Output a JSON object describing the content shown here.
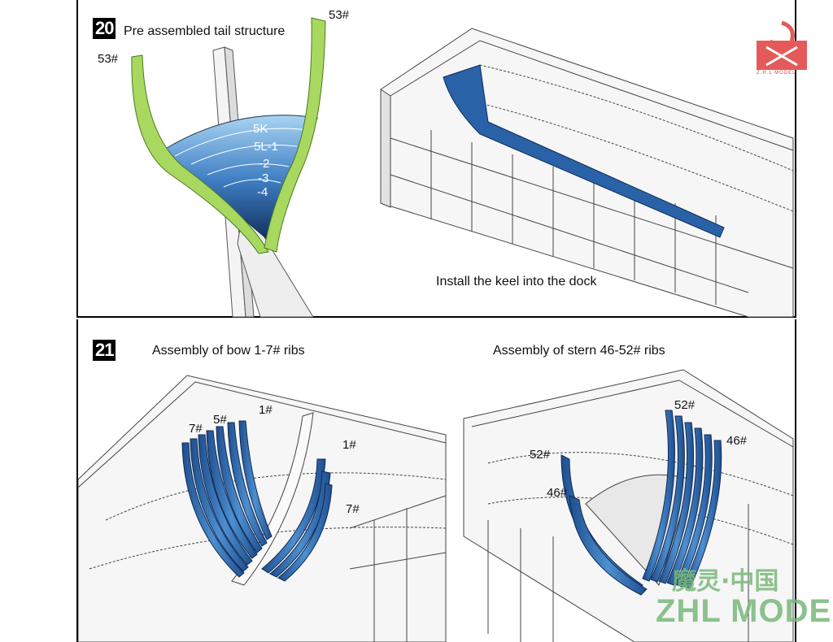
{
  "step20": {
    "number": "20",
    "title": "Pre assembled tail structure",
    "label_53_left": "53#",
    "label_53_right": "53#",
    "parts": [
      "5K",
      "5L-1",
      "-2",
      "-3",
      "-4"
    ],
    "caption_dock": "Install the keel into the dock"
  },
  "step21": {
    "number": "21",
    "bow_title": "Assembly of bow 1-7# ribs",
    "stern_title": "Assembly of stern 46-52# ribs",
    "bow_labels": {
      "r7": "7#",
      "r5": "5#",
      "r1": "1#",
      "r1b": "1#",
      "r7b": "7#"
    },
    "stern_labels": {
      "r52a": "52#",
      "r52b": "52#",
      "r46a": "46#",
      "r46b": "46#"
    }
  },
  "logo": {
    "sub": "Z.H.L MODEL"
  },
  "watermark": {
    "cn": "魔灵·中国",
    "en": "ZHL MODEL"
  },
  "colors": {
    "green": "#a8d860",
    "blue": "#2a62a8",
    "frame": "#000000"
  }
}
